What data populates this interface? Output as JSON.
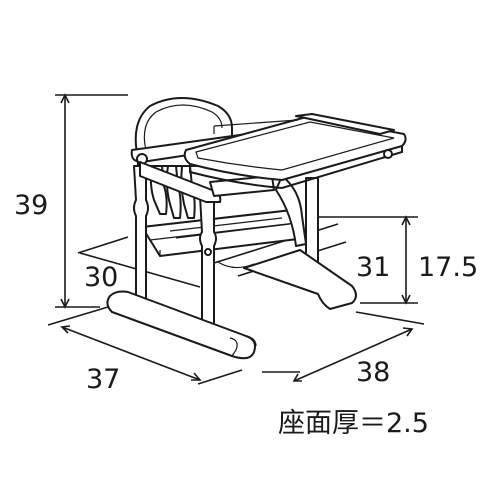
{
  "dimensions": {
    "total_height": "39",
    "seat_height": "17.5",
    "seat_depth_inner": "30",
    "leg_gap": "31",
    "width": "37",
    "depth": "38"
  },
  "note": "座面厚＝2.5"
}
